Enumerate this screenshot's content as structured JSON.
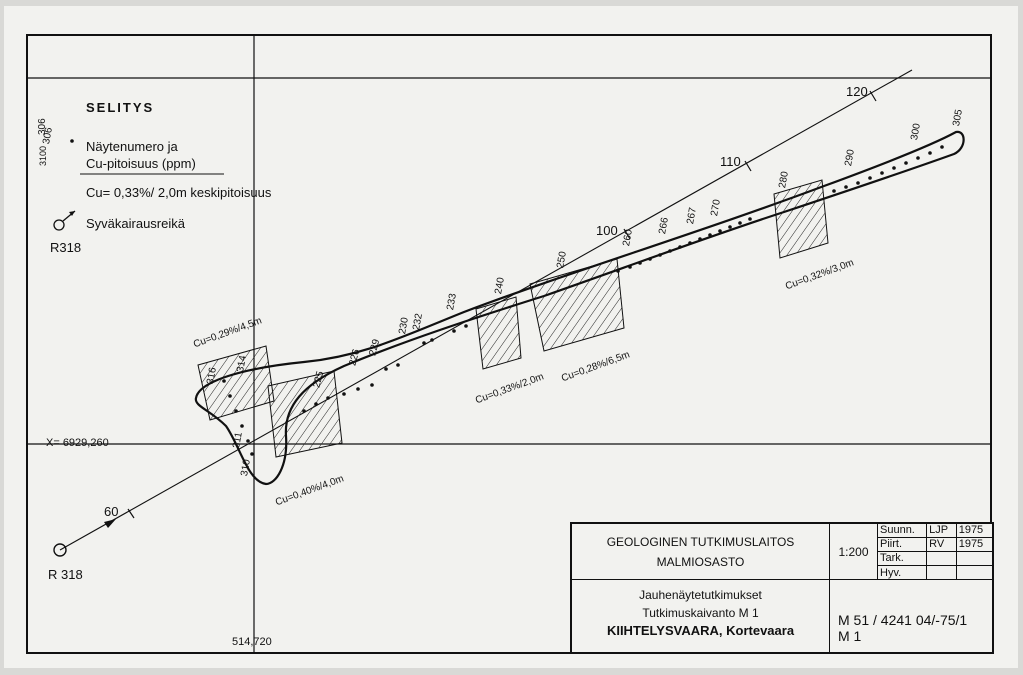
{
  "legend": {
    "title": "SELITYS",
    "sample_number_example": "306",
    "sample_value_example": "3100",
    "sample_line1": "Näytenumero ja",
    "sample_line2": "Cu-pitoisuus (ppm)",
    "average_text": "Cu= 0,33%/ 2,0m keskipitoisuus",
    "drillhole_text": "Syväkairausreikä",
    "drillhole_label": "R318"
  },
  "coords": {
    "x_line": "X= 6929,260",
    "y_line": "514,720"
  },
  "drillhole": {
    "label": "R 318"
  },
  "chainage": [
    "60",
    "100",
    "110",
    "120"
  ],
  "sample_numbers": [
    "306",
    "226",
    "225",
    "229",
    "230",
    "232",
    "233",
    "240",
    "250",
    "260",
    "266",
    "267",
    "270",
    "280",
    "290",
    "300",
    "305",
    "314",
    "316",
    "311",
    "310"
  ],
  "cu_labels": [
    "Cu=0,29%/4,5m",
    "Cu=0,40%/4,0m",
    "Cu=0,33%/2,0m",
    "Cu=0,28%/6,5m",
    "Cu=0,32%/3,0m"
  ],
  "title_block": {
    "org1": "GEOLOGINEN  TUTKIMUSLAITOS",
    "org2": "MALMIOSASTO",
    "scale": "1:200",
    "rows": [
      {
        "role": "Suunn.",
        "name": "LJP",
        "year": "1975"
      },
      {
        "role": "Piirt.",
        "name": "RV",
        "year": "1975"
      },
      {
        "role": "Tark.",
        "name": "",
        "year": ""
      },
      {
        "role": "Hyv.",
        "name": "",
        "year": ""
      }
    ],
    "project1": "Jauhenäytetutkimukset",
    "project2": "Tutkimuskaivanto M 1",
    "project3": "KIIHTELYSVAARA, Kortevaara",
    "map_number": "M 51 / 4241  04/-75/1",
    "map_sub": "M 1"
  }
}
